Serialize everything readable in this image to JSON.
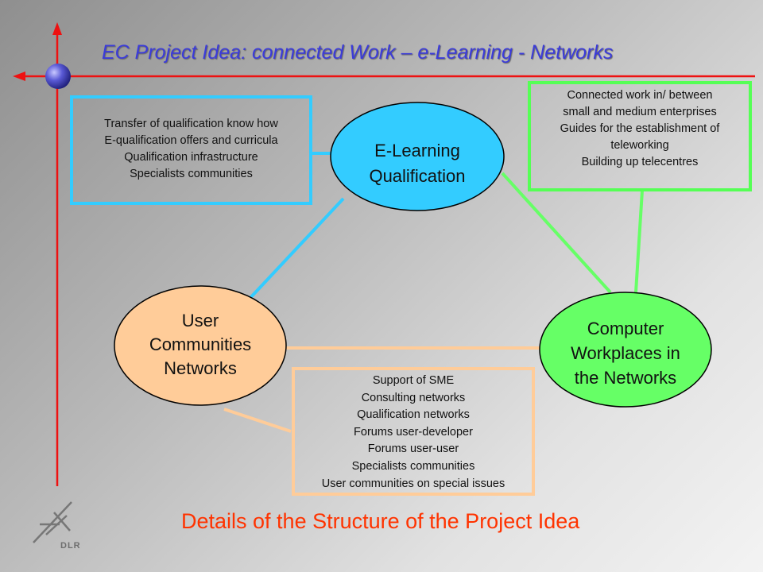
{
  "slide": {
    "title": "EC Project Idea: connected Work – e-Learning - Networks",
    "footer": "Details of the Structure of the Project Idea",
    "logo_text": "DLR"
  },
  "nodes": {
    "elearning": {
      "lines": [
        "E-Learning",
        "Qualification"
      ],
      "color": "#33ccff"
    },
    "user": {
      "lines": [
        "User",
        "Communities",
        "Networks"
      ],
      "color": "#ffcc99"
    },
    "computer": {
      "lines": [
        "Computer",
        "Workplaces in",
        "the Networks"
      ],
      "color": "#66ff66"
    }
  },
  "boxes": {
    "qualification": {
      "lines": [
        "Transfer of qualification know how",
        "E-qualification offers and curricula",
        "Qualification infrastructure",
        "Specialists communities"
      ],
      "color": "#33ccff"
    },
    "work": {
      "lines": [
        "Connected work in/ between",
        "small and medium enterprises",
        "Guides for the establishment of",
        "teleworking",
        "Building up telecentres"
      ],
      "color": "#55ff55"
    },
    "user": {
      "lines": [
        "Support of SME",
        "Consulting networks",
        "Qualification networks",
        "Forums user-developer",
        "Forums user-user",
        "Specialists communities",
        "User communities on special issues"
      ],
      "color": "#ffcc99"
    }
  },
  "colors": {
    "title": "#3b3bd9",
    "footer": "#ff3300",
    "axis": "#ee1111",
    "sphere": "#5555cc"
  }
}
